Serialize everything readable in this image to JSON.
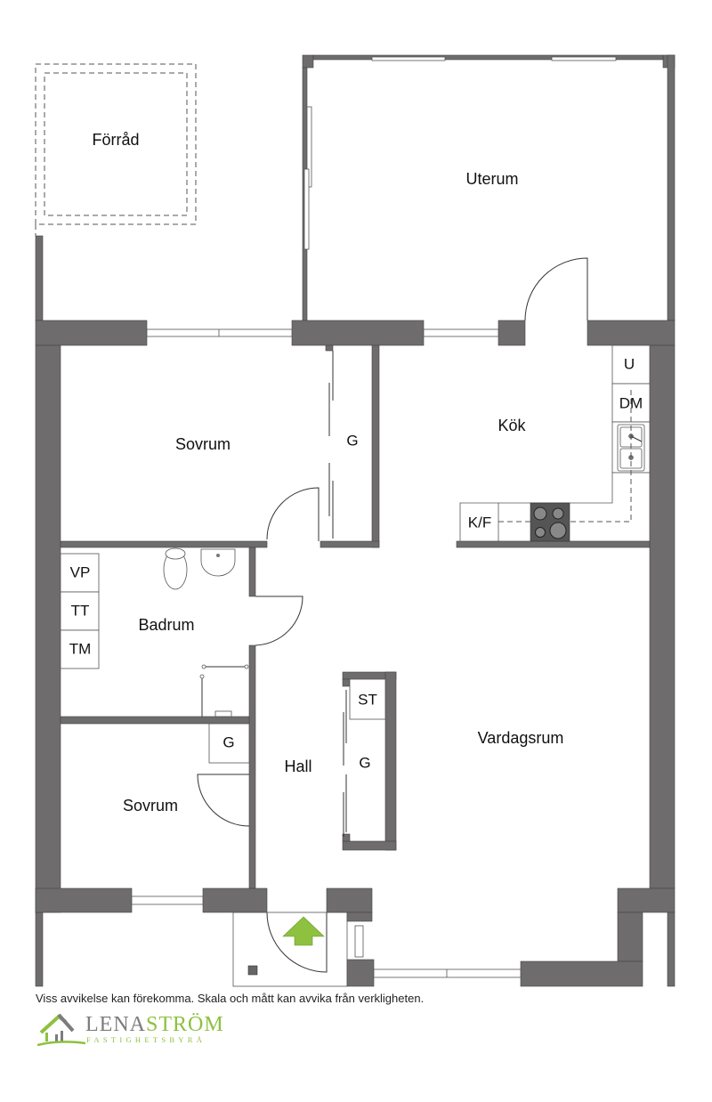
{
  "plan": {
    "rooms": {
      "forrad": "Förråd",
      "uterum": "Uterum",
      "sovrum1": "Sovrum",
      "kok": "Kök",
      "badrum": "Badrum",
      "hall": "Hall",
      "vardagsrum": "Vardagsrum",
      "sovrum2": "Sovrum"
    },
    "fixtures": {
      "closet_g1": "G",
      "closet_g2": "G",
      "closet_g3": "G",
      "st": "ST",
      "u": "U",
      "dm": "DM",
      "kf": "K/F",
      "vp": "VP",
      "tt": "TT",
      "tm": "TM"
    }
  },
  "colors": {
    "wall": "#6e6c6d",
    "entrance_arrow": "#8dc13f",
    "logo_green": "#8dc13f",
    "logo_gray": "#7d7c7d"
  },
  "footer": {
    "disclaimer": "Viss avvikelse kan förekomma. Skala och mått kan avvika från verkligheten.",
    "logo_name_part1": "LENA",
    "logo_name_part2": "STRÖM",
    "logo_subtitle": "FASTIGHETSBYRÅ"
  }
}
